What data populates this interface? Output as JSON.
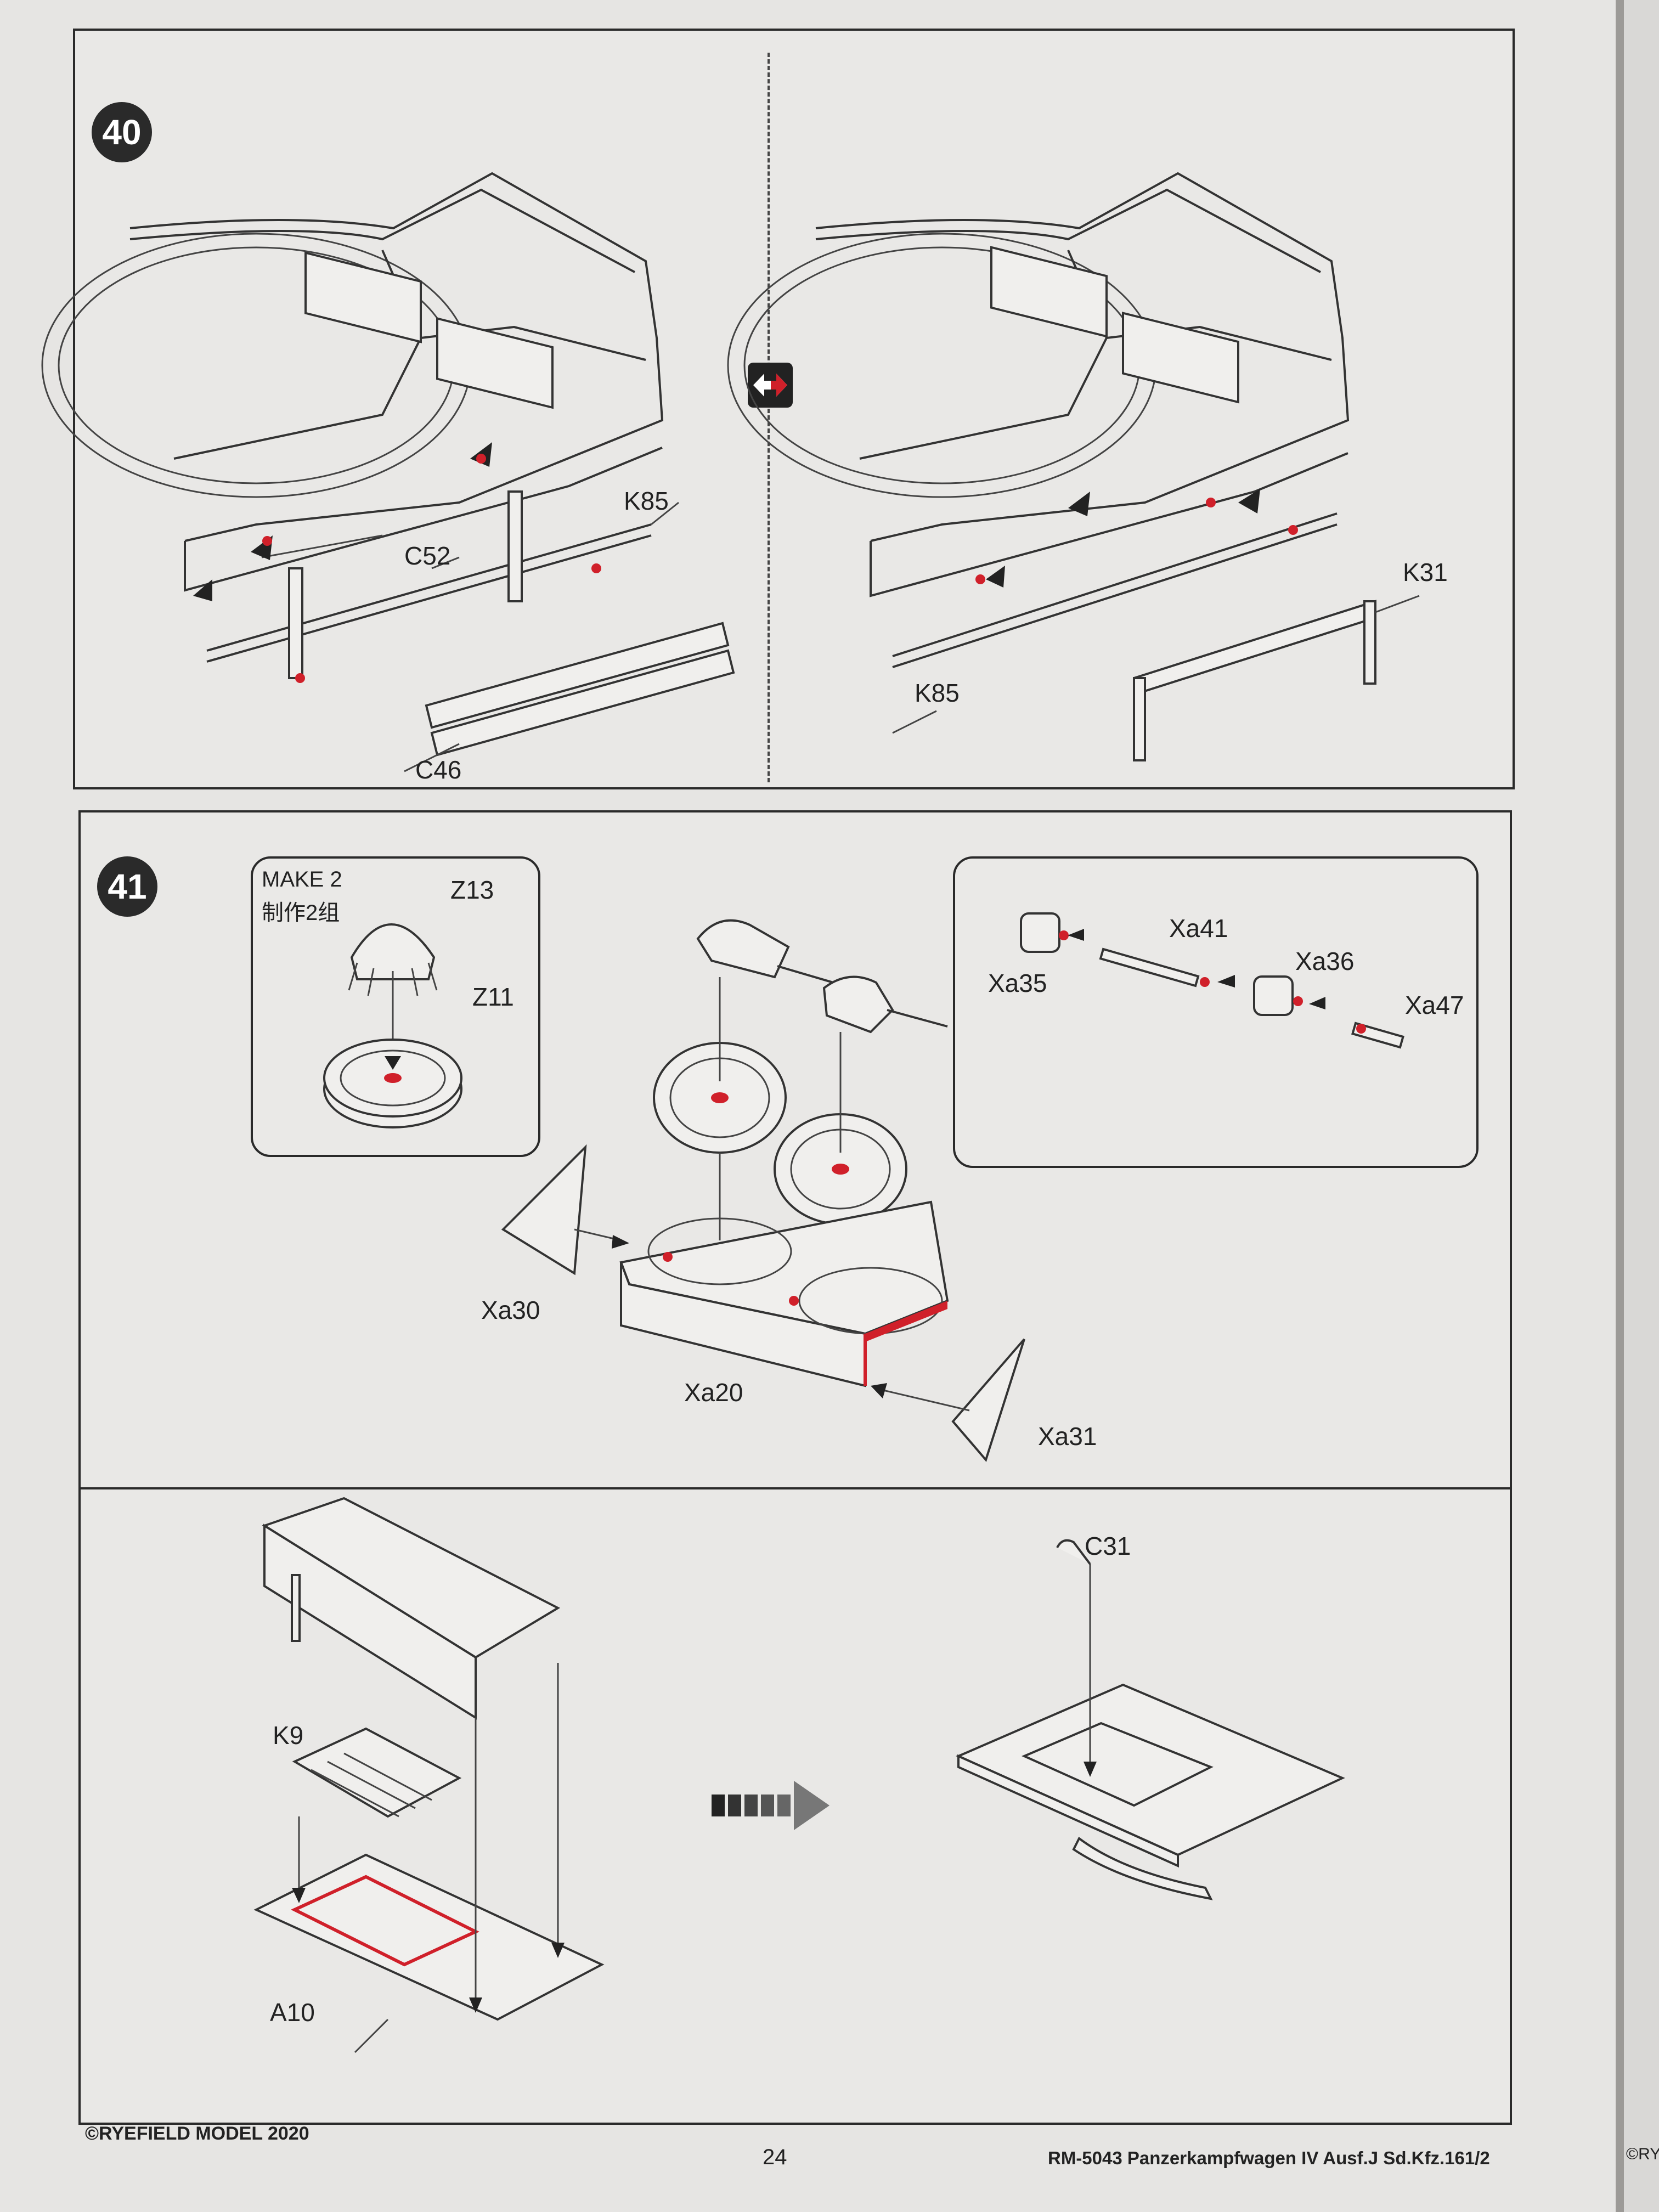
{
  "page": {
    "copyright": "©RYEFIELD MODEL 2020",
    "page_number": "24",
    "product": "RM-5043 Panzerkampfwagen IV Ausf.J Sd.Kfz.161/2",
    "next_page_fragment": "©RYE"
  },
  "step40": {
    "number": "40",
    "left": {
      "labels": [
        "K85",
        "C52",
        "C46"
      ]
    },
    "right": {
      "labels": [
        "K31",
        "K85"
      ]
    }
  },
  "step41": {
    "number": "41",
    "subassembly": {
      "note_en": "MAKE 2",
      "note_cn": "制作2组",
      "labels": [
        "Z13",
        "Z11"
      ]
    },
    "axle_detail": {
      "labels": [
        "Xa35",
        "Xa41",
        "Xa36",
        "Xa47"
      ]
    },
    "main": {
      "labels": [
        "Xa30",
        "Xa20",
        "Xa31"
      ]
    },
    "lower": {
      "labels": [
        "K9",
        "A10",
        "C31"
      ]
    }
  },
  "colors": {
    "accent_red": "#d0202a",
    "line": "#2a2a2a",
    "paper": "#e6e5e3"
  },
  "icons": {
    "swap": "left-right-arrow-icon",
    "next": "right-arrow-icon"
  }
}
